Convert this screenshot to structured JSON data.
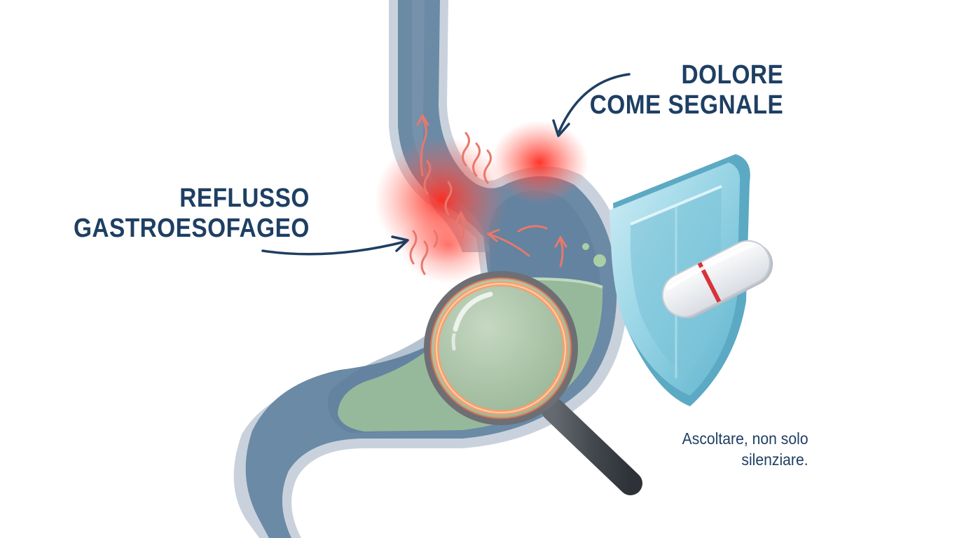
{
  "labels": {
    "reflux": {
      "line1": "REFLUSSO",
      "line2": "GASTROESOFAGEO"
    },
    "pain": {
      "line1": "DOLORE",
      "line2": "COME SEGNALE"
    }
  },
  "caption": {
    "line1": "Ascoltare, non solo",
    "line2": "silenziare."
  },
  "colors": {
    "text": "#1e3f63",
    "organ_wall": "#6b8aa6",
    "organ_outline": "#c9d2dc",
    "gastric_fluid": "#9fc39a",
    "inflammation": "#ff3b30",
    "shield": "#8fcfe0",
    "pill_band": "#d8323a"
  },
  "icons": [
    "esophagus-stomach-icon",
    "magnifier-icon",
    "shield-icon",
    "pill-icon",
    "reflux-arrow-icon",
    "pointer-arrow-icon"
  ]
}
